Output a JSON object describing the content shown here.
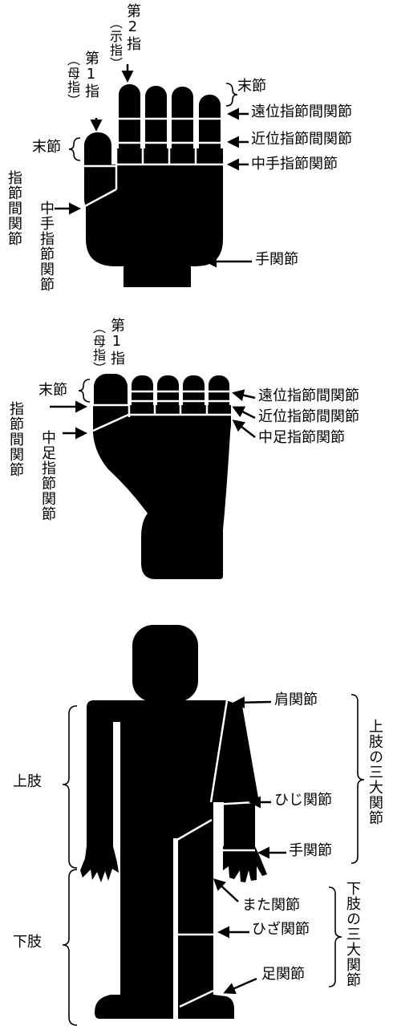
{
  "hand": {
    "thumb_label": "（母指）第1指",
    "thumb_paren": "（母指）",
    "thumb_main": "第1指",
    "index_paren": "（示指）",
    "index_main": "第2指",
    "distal_phalanx_right": "末節",
    "distal_phalanx_left": "末節",
    "dip": "遠位指節間関節",
    "pip": "近位指節間関節",
    "mcp": "中手指節関節",
    "ip_vertical": "指節間関節",
    "mcp_vertical": "中手指節関節",
    "wrist": "手関節"
  },
  "foot": {
    "thumb_paren": "（母指）",
    "thumb_main": "第1指",
    "distal_phalanx": "末節",
    "dip": "遠位指節間関節",
    "pip": "近位指節間関節",
    "mtp": "中足指節関節",
    "ip_vertical": "指節間関節",
    "mtp_vertical": "中足指節関節"
  },
  "body": {
    "upper_limb": "上肢",
    "lower_limb": "下肢",
    "shoulder": "肩関節",
    "elbow": "ひじ関節",
    "wrist": "手関節",
    "upper_three": "上肢の三大関節",
    "hip": "また関節",
    "knee": "ひざ関節",
    "ankle": "足関節",
    "lower_three": "下肢の三大関節"
  }
}
